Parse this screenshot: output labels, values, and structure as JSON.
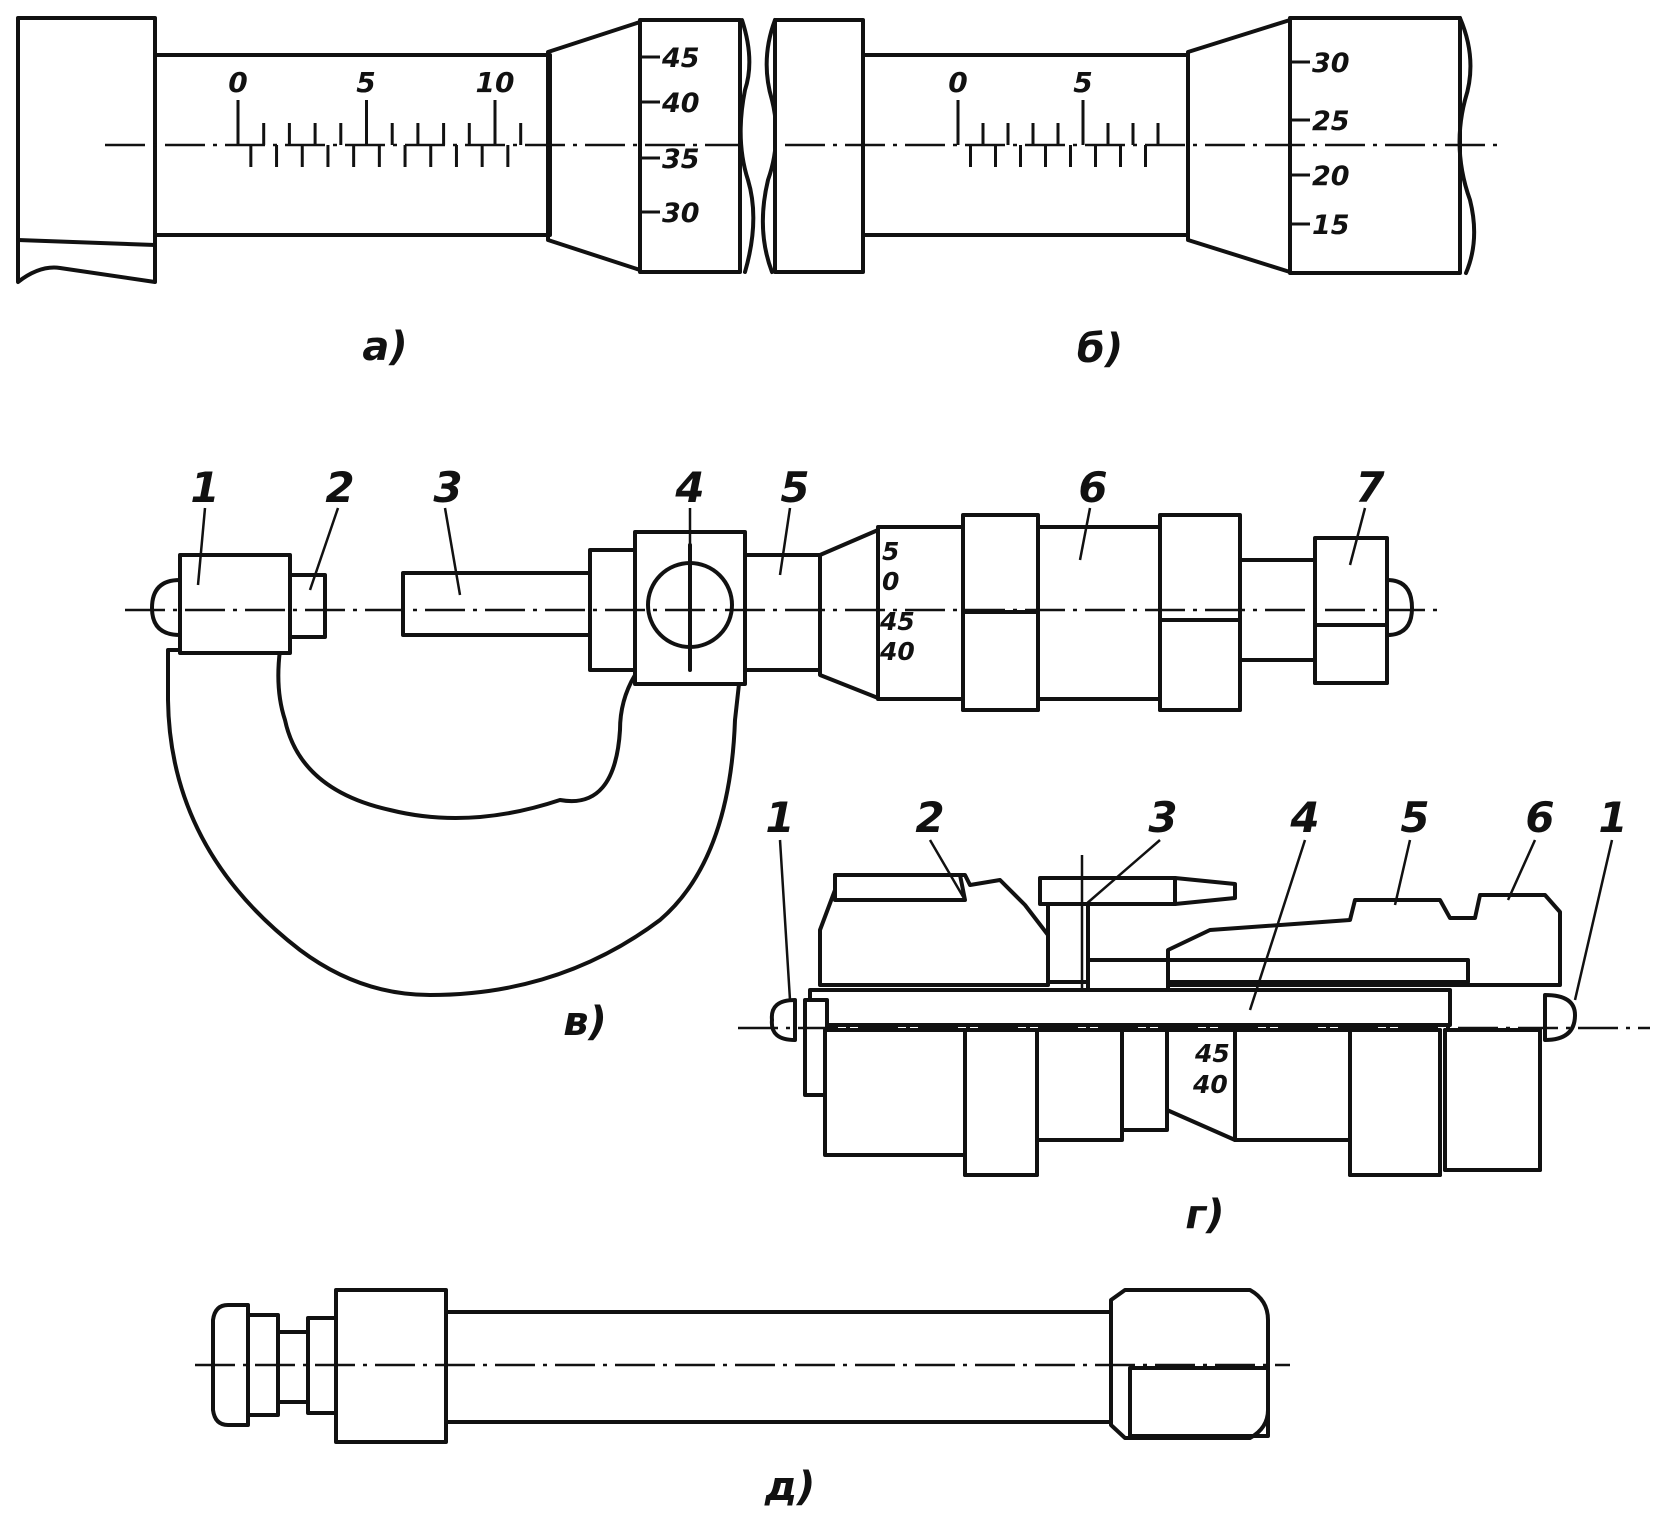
{
  "colors": {
    "ink": "#111111",
    "paper": "#ffffff"
  },
  "panel_a": {
    "caption": "а)",
    "sleeve_labels": [
      "0",
      "5",
      "10"
    ],
    "drum_labels": [
      "45",
      "40",
      "35",
      "30"
    ]
  },
  "panel_b": {
    "caption": "б)",
    "sleeve_labels": [
      "0",
      "5"
    ],
    "drum_labels": [
      "30",
      "25",
      "20",
      "15"
    ]
  },
  "panel_v": {
    "caption": "в)",
    "callouts": [
      "1",
      "2",
      "3",
      "4",
      "5",
      "6",
      "7"
    ],
    "drum_labels": [
      "5",
      "0",
      "45",
      "40"
    ]
  },
  "panel_g": {
    "caption": "г)",
    "callouts": [
      "1",
      "2",
      "3",
      "4",
      "5",
      "6",
      "1"
    ],
    "drum_labels": [
      "45",
      "40"
    ]
  },
  "panel_d": {
    "caption": "д)"
  }
}
